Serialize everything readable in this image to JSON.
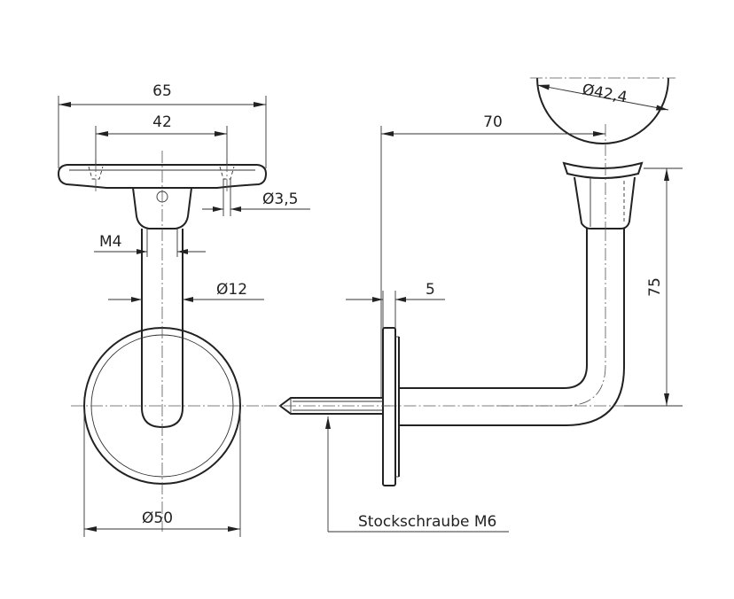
{
  "dimensions": {
    "overall_width": "65",
    "hole_spacing": "42",
    "hole_diameter": "Ø3,5",
    "thread": "M4",
    "shaft_diameter": "Ø12",
    "base_diameter": "Ø50",
    "plate_thickness": "5",
    "projection": "70",
    "rail_diameter": "Ø42,4",
    "height": "75",
    "screw_label": "Stockschraube M6"
  }
}
